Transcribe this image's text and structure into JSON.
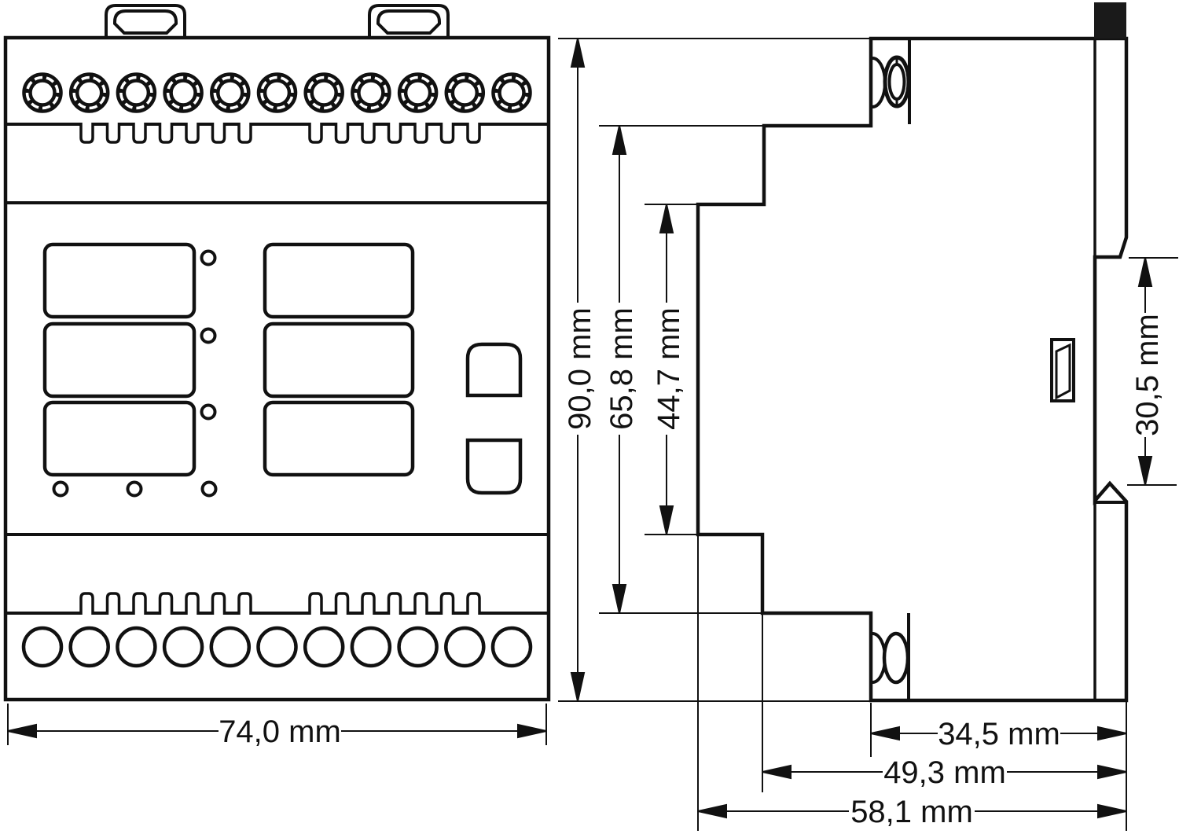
{
  "drawing": {
    "dimensions": {
      "front_width_label": "74,0 mm",
      "total_height_label": "90,0 mm",
      "upper_section_height_label": "65,8 mm",
      "middle_section_height_label": "44,7 mm",
      "din_rail_cutout_label": "30,5 mm",
      "terminal_depth_label": "34,5 mm",
      "body_depth_label": "49,3 mm",
      "total_depth_label": "58,1 mm"
    },
    "counts": {
      "top_terminals": 11,
      "bottom_terminals": 11,
      "display_windows": 6,
      "status_leds": 6,
      "buttons": 2,
      "vent_slot_groups": 2,
      "vent_slots_per_group": 7
    },
    "colors": {
      "line": "#111111",
      "background": "#ffffff",
      "rail_clip": "#1a1a1a"
    }
  }
}
